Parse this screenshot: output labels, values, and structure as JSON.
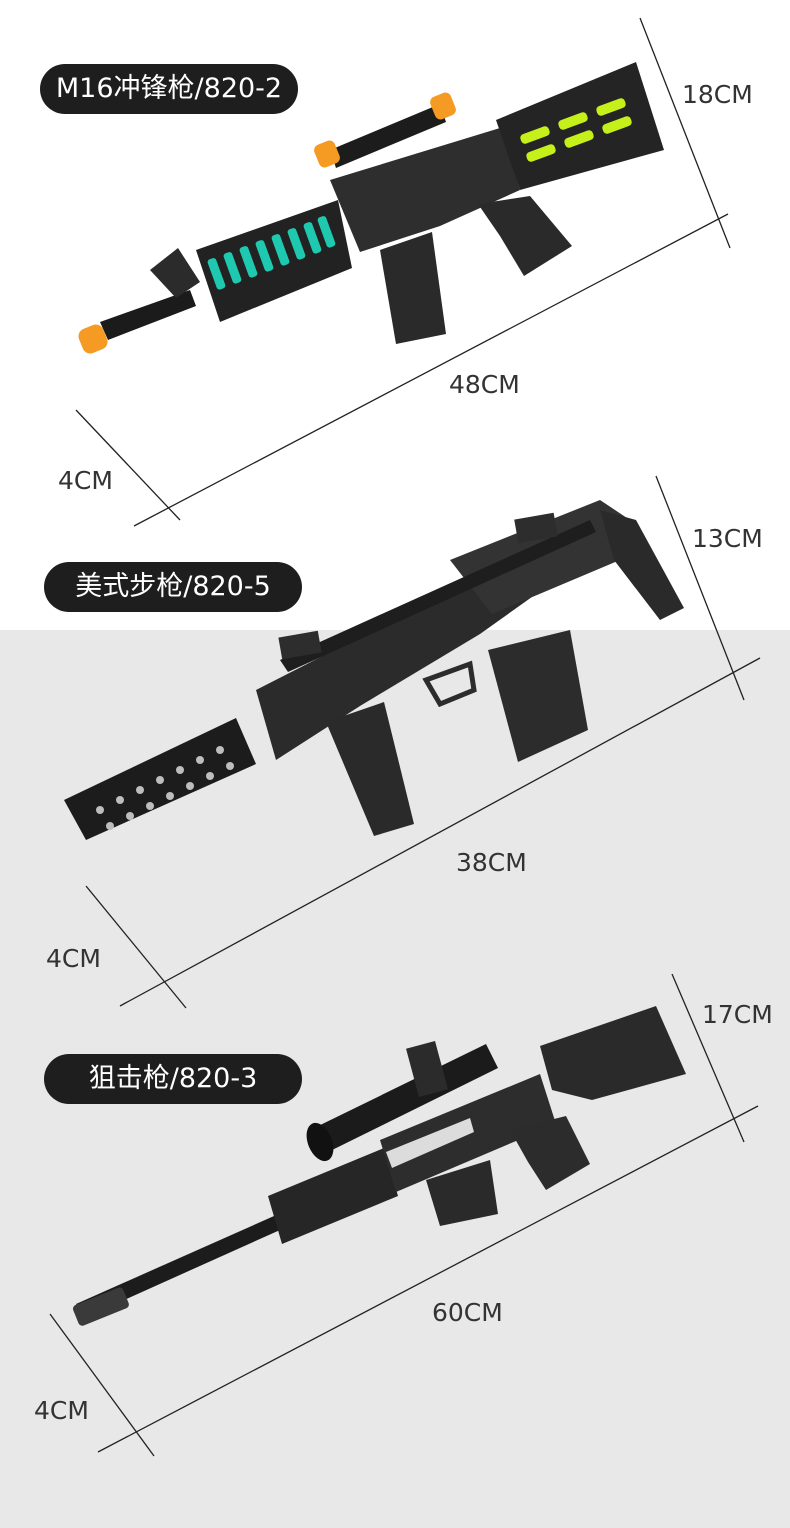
{
  "products": [
    {
      "label": "M16冲锋枪/820-2",
      "length": "48CM",
      "height": "18CM",
      "thickness": "4CM",
      "icon": "m16-toy-rifle"
    },
    {
      "label": "美式步枪/820-5",
      "length": "38CM",
      "height": "13CM",
      "thickness": "4CM",
      "icon": "smg-toy-rifle"
    },
    {
      "label": "狙击枪/820-3",
      "length": "60CM",
      "height": "17CM",
      "thickness": "4CM",
      "icon": "sniper-toy-rifle"
    }
  ],
  "colors": {
    "pill_bg": "#1e1e1e",
    "pill_text": "#ffffff",
    "lower_bg": "#e8e8e8",
    "gun_body": "#2a2a2a",
    "light_green": "#c6f01a",
    "light_cyan": "#1ec9b0",
    "tip_orange": "#f59a22"
  }
}
